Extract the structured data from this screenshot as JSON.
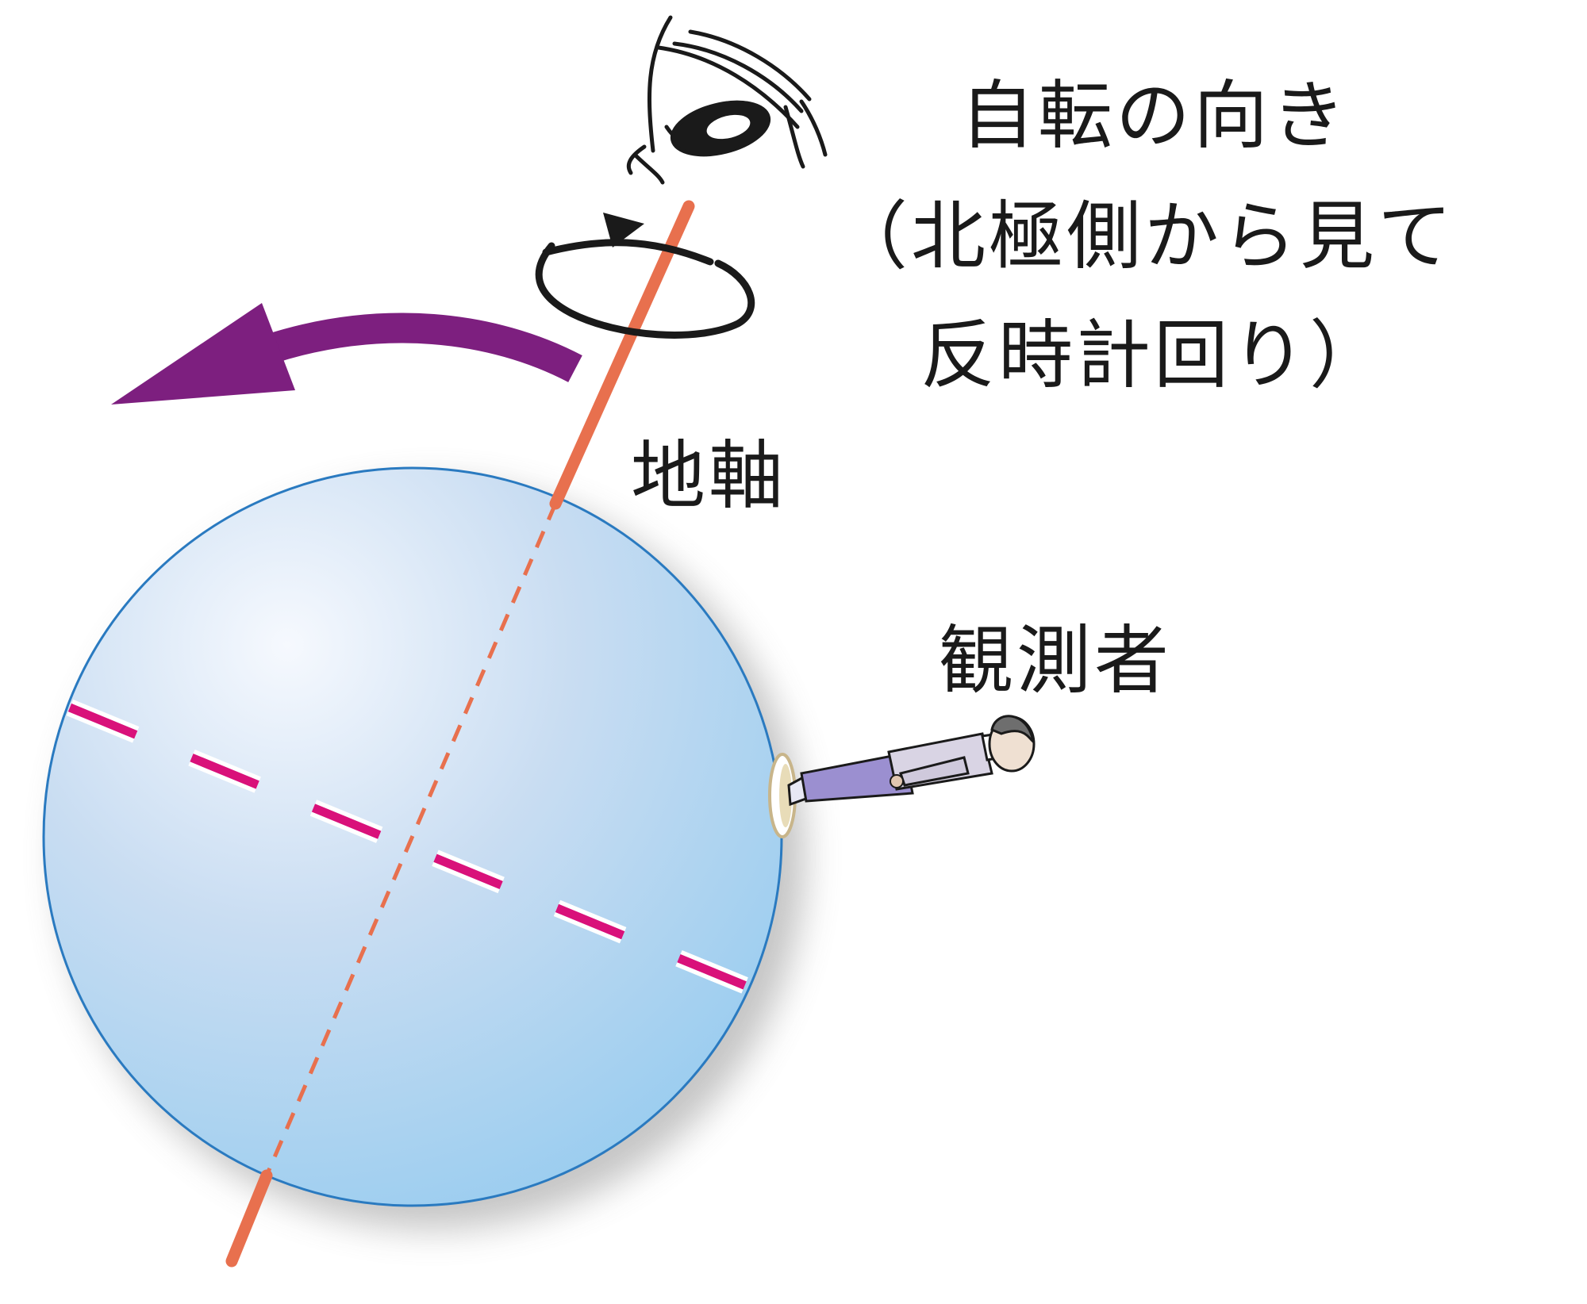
{
  "labels": {
    "rotation_title": "自転の向き",
    "rotation_detail_1": "（北極側から見て",
    "rotation_detail_2": "反時計回り）",
    "axis": "地軸",
    "observer": "観測者"
  },
  "colors": {
    "axis": "#e8704e",
    "equator": "#d9117a",
    "arrow": "#7d1f7f",
    "globe_outline": "#2a7ac0",
    "globe_light": "#f4f8fd",
    "globe_mid": "#c7dcf1",
    "globe_dark": "#9fd0f0",
    "ink": "#1a1a1a"
  },
  "icons": {
    "eye": "eye-icon",
    "observer_figure": "person-figure-icon",
    "rotation_arrow": "curved-arrow-icon",
    "spin_symbol": "spin-arrow-icon"
  }
}
